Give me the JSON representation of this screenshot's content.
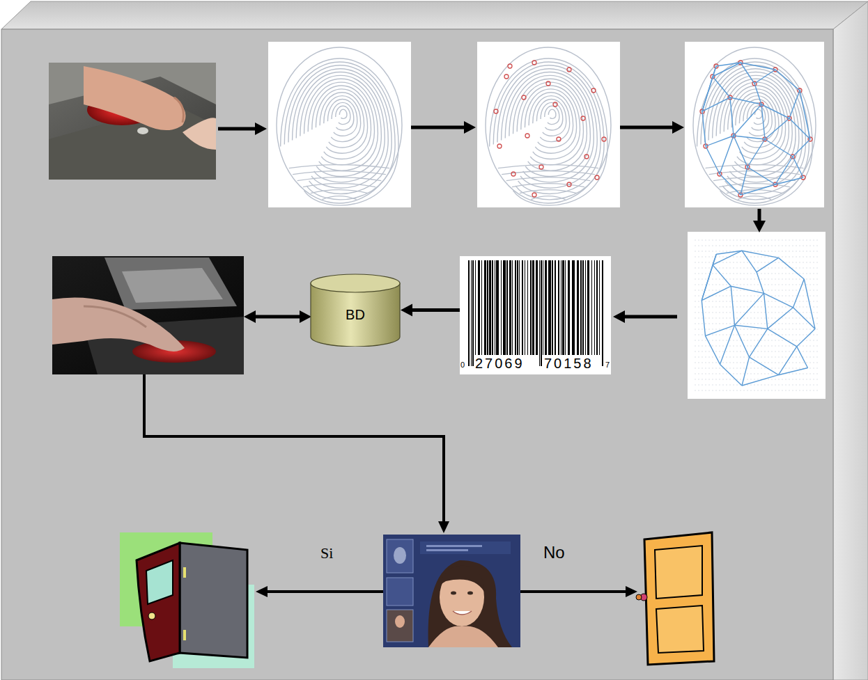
{
  "diagram": {
    "nodes": [
      {
        "text": [
          "BD"
        ]
      },
      {
        "text": [
          "0",
          "27069",
          "70158",
          "7"
        ]
      }
    ],
    "edges": [
      {
        "from": 1,
        "to": 0,
        "arrow": "to"
      }
    ],
    "labels": [
      "Si",
      "No"
    ]
  }
}
